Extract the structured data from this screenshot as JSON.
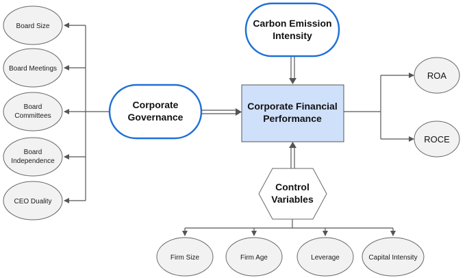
{
  "colors": {
    "accent_border": "#1f6fd6",
    "center_fill": "#cfe0fb",
    "ellipse_fill": "#f2f2f2",
    "line": "#555555"
  },
  "governance_items": [
    {
      "line1": "Board Size",
      "line2": ""
    },
    {
      "line1": "Board Meetings",
      "line2": ""
    },
    {
      "line1": "Board",
      "line2": "Committees"
    },
    {
      "line1": "Board",
      "line2": "Independence"
    },
    {
      "line1": "CEO Duality",
      "line2": ""
    }
  ],
  "governance": {
    "line1": "Corporate",
    "line2": "Governance"
  },
  "carbon": {
    "line1": "Carbon Emission",
    "line2": "Intensity"
  },
  "performance": {
    "line1": "Corporate Financial",
    "line2": "Performance"
  },
  "control": {
    "line1": "Control",
    "line2": "Variables"
  },
  "outcomes": [
    "ROA",
    "ROCE"
  ],
  "control_items": [
    "Firm Size",
    "Firm Age",
    "Leverage",
    "Capital Intensity"
  ]
}
